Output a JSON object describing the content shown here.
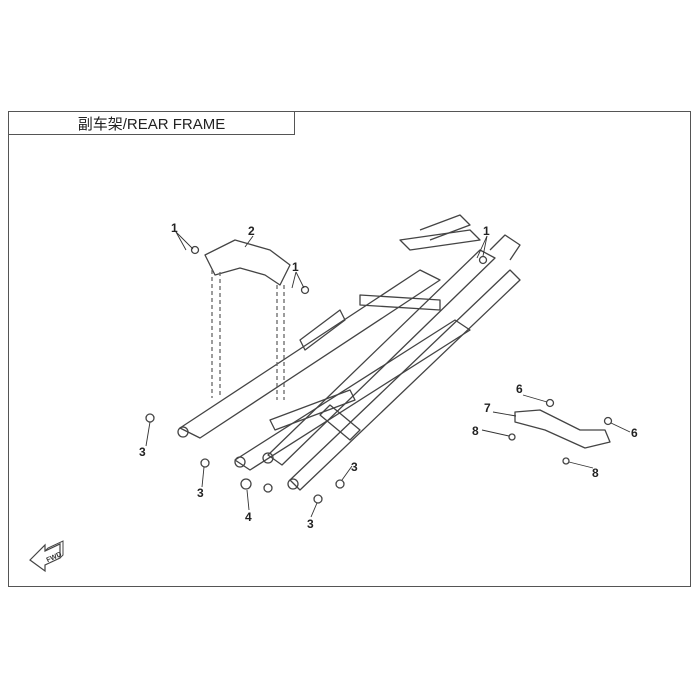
{
  "title": "副车架/REAR FRAME",
  "fwd_label": "FWD",
  "callouts": [
    {
      "n": "1"
    },
    {
      "n": "2"
    },
    {
      "n": "1"
    },
    {
      "n": "1"
    },
    {
      "n": "3"
    },
    {
      "n": "3"
    },
    {
      "n": "4"
    },
    {
      "n": "3"
    },
    {
      "n": "3"
    },
    {
      "n": "6"
    },
    {
      "n": "7"
    },
    {
      "n": "8"
    },
    {
      "n": "6"
    },
    {
      "n": "8"
    }
  ]
}
